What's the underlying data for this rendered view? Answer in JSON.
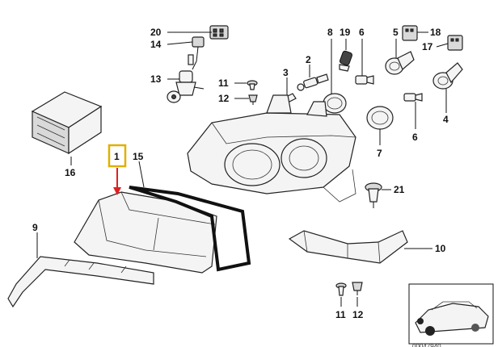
{
  "callouts": [
    {
      "id": "c20",
      "text": "20"
    },
    {
      "id": "c14",
      "text": "14"
    },
    {
      "id": "c13",
      "text": "13"
    },
    {
      "id": "c16",
      "text": "16"
    },
    {
      "id": "c1",
      "text": "1"
    },
    {
      "id": "c15",
      "text": "15"
    },
    {
      "id": "c9",
      "text": "9"
    },
    {
      "id": "c11a",
      "text": "11"
    },
    {
      "id": "c12a",
      "text": "12"
    },
    {
      "id": "c3",
      "text": "3"
    },
    {
      "id": "c2",
      "text": "2"
    },
    {
      "id": "c8",
      "text": "8"
    },
    {
      "id": "c19",
      "text": "19"
    },
    {
      "id": "c6a",
      "text": "6"
    },
    {
      "id": "c5",
      "text": "5"
    },
    {
      "id": "c18",
      "text": "18"
    },
    {
      "id": "c17",
      "text": "17"
    },
    {
      "id": "c4",
      "text": "4"
    },
    {
      "id": "c6b",
      "text": "6"
    },
    {
      "id": "c7",
      "text": "7"
    },
    {
      "id": "c21",
      "text": "21"
    },
    {
      "id": "c10",
      "text": "10"
    },
    {
      "id": "c11b",
      "text": "11"
    },
    {
      "id": "c12b",
      "text": "12"
    }
  ],
  "highlight": {
    "callout": "1",
    "box_color": "#e0b000",
    "arrow_color": "#e02020"
  },
  "footer": {
    "code": "00047940"
  }
}
